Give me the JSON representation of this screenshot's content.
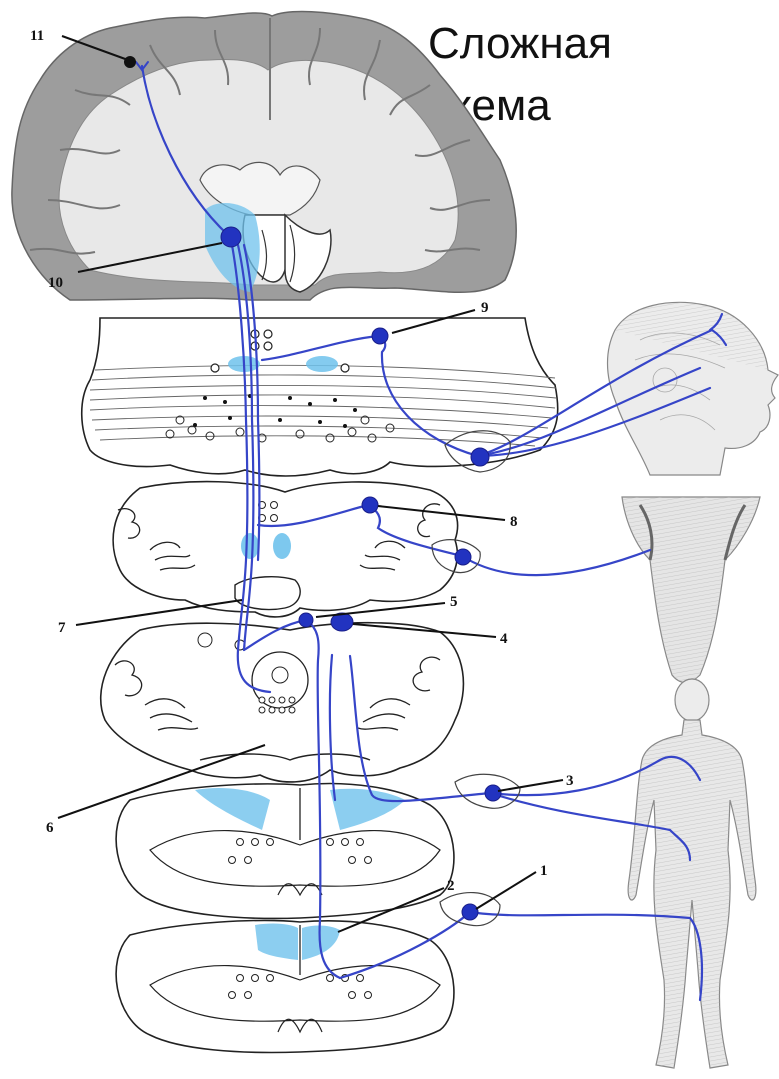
{
  "title": [
    "Сложная",
    "схема"
  ],
  "labels": [
    "1",
    "2",
    "3",
    "4",
    "5",
    "6",
    "7",
    "8",
    "9",
    "10",
    "11"
  ],
  "colors": {
    "pathway": "#3645c8",
    "nucleus": "#6fc2ec",
    "outline": "#222222",
    "cortex": "#9a9a9a",
    "white_matter": "#e6e6e6"
  },
  "icons": [
    "brain-coronal-section",
    "pons-section",
    "medulla-upper-section",
    "medulla-lower-section",
    "spinal-cord-cervical-section",
    "spinal-cord-lower-section",
    "head-figure",
    "tongue-figure",
    "human-body-figure"
  ]
}
